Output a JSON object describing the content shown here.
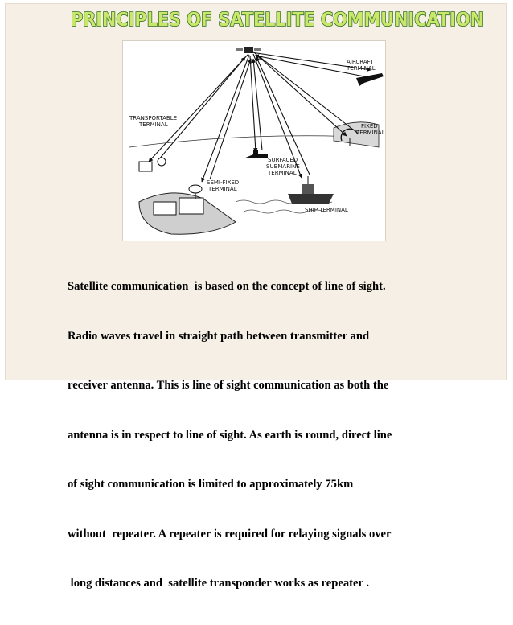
{
  "slide": {
    "title": "PRINCIPLES OF SATELLITE COMMUNICATION",
    "title_fill": "#c9e86a",
    "title_outline": "#2f6b1f",
    "background": "#f5efe6"
  },
  "figure": {
    "labels": {
      "aircraft": [
        "AIRCRAFT",
        "TERMINAL"
      ],
      "transportable": [
        "TRANSPORTABLE",
        "TERMINAL"
      ],
      "fixed": [
        "FIXED",
        "TERMINAL"
      ],
      "submarine": [
        "SURFACED",
        "SUBMARINE",
        "TERMINAL"
      ],
      "semifixed": [
        "SEMI-FIXED",
        "TERMINAL"
      ],
      "ship": [
        "SHIP TERMINAL"
      ]
    }
  },
  "body": {
    "lines": [
      "Satellite communication  is based on the concept of line of sight.",
      "Radio waves travel in straight path between transmitter and",
      "receiver antenna. This is line of sight communication as both the",
      "antenna is in respect to line of sight. As earth is round, direct line",
      "of sight communication is limited to approximately 75km",
      "without  repeater. A repeater is required for relaying signals over",
      " long distances and  satellite transponder works as repeater ."
    ]
  }
}
